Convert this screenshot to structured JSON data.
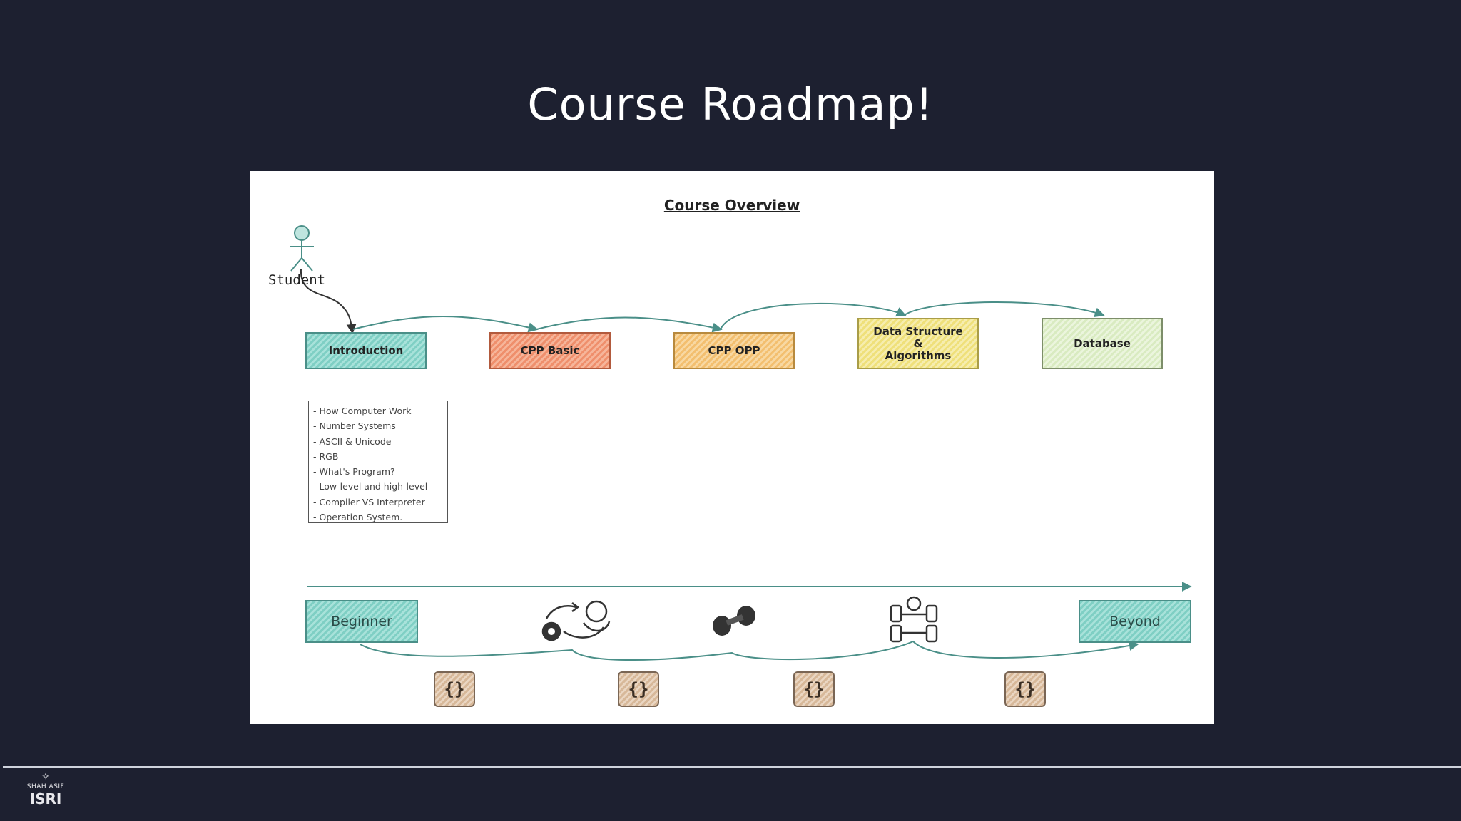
{
  "slide": {
    "title": "Course Roadmap!"
  },
  "diagram": {
    "title": "Course Overview",
    "actor": "Student",
    "stages": [
      {
        "label": "Introduction"
      },
      {
        "label": "CPP Basic"
      },
      {
        "label": "CPP OPP"
      },
      {
        "label": "Data Structure\n&\nAlgorithms"
      },
      {
        "label": "Database"
      }
    ],
    "intro_topics": [
      "- How Computer Work",
      "- Number Systems",
      "- ASCII & Unicode",
      "- RGB",
      "- What's Program?",
      "- Low-level and high-level",
      "- Compiler VS Interpreter",
      "- Operation System."
    ],
    "levels": {
      "start": "Beginner",
      "end": "Beyond"
    },
    "progress_icons": [
      "rotation-exercise-icon",
      "dumbbell-icon",
      "barbell-gear-icon"
    ],
    "code_file_glyph": "{}",
    "colors": {
      "teal": "#7fcfc4",
      "red": "#ef8f6c",
      "orange": "#f3bf6f",
      "yellow": "#efe07a",
      "green": "#d9ebc1",
      "connector": "#4a8f88"
    }
  },
  "footer": {
    "logo_top": "SHAH ASIF",
    "logo_bottom": "ISRI"
  }
}
